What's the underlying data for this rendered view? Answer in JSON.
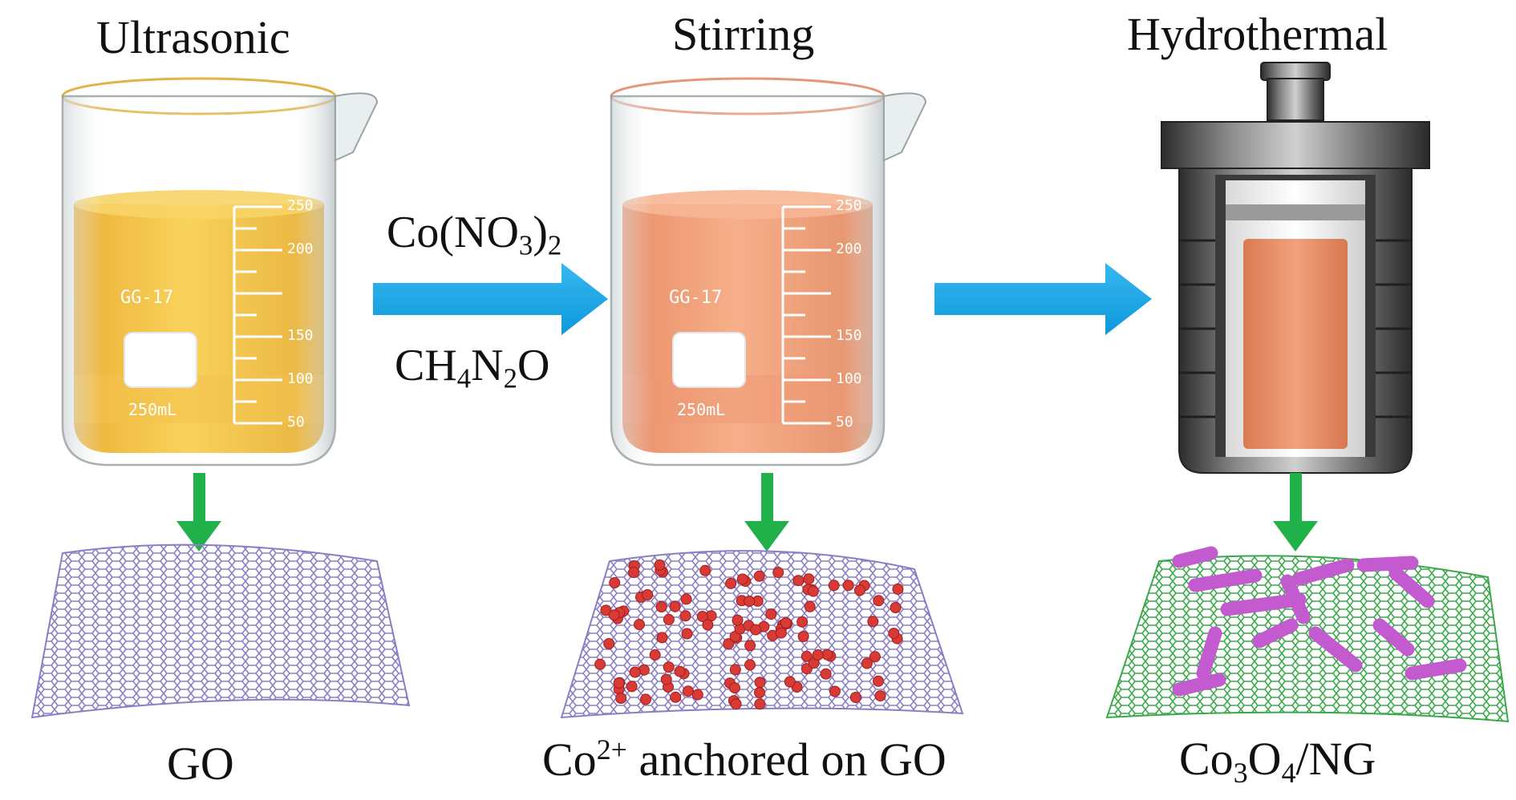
{
  "stages": [
    {
      "title": "Ultrasonic",
      "product": "GO",
      "liquid_color": "#f0b21c"
    },
    {
      "title": "Stirring",
      "product_prefix": "Co",
      "product_sup": "2+",
      "product_suffix": " anchored on GO",
      "liquid_color": "#ec8a58"
    },
    {
      "title": "Hydrothermal",
      "product_pre": "Co",
      "product_sub1": "3",
      "product_mid": "O",
      "product_sub2": "4",
      "product_post": "/NG",
      "liquid_color": "#e8936a"
    }
  ],
  "beaker": {
    "brand": "GG-17",
    "volume": "250mL",
    "scale_marks": [
      "250",
      "200",
      "150",
      "100",
      "50"
    ]
  },
  "reagents": {
    "top": {
      "pre": "Co(NO",
      "sub": "3",
      "mid": ")",
      "sub2": "2"
    },
    "bottom": {
      "pre": "CH",
      "sub1": "4",
      "mid": "N",
      "sub2": "2",
      "post": "O"
    }
  },
  "colors": {
    "process_arrow": "#1aa9e8",
    "down_arrow": "#21b14b",
    "go_lattice": "#8a7ec4",
    "co_ion": "#d83a36",
    "ng_lattice": "#3aa84a",
    "co3o4_rod": "#c35ad0"
  }
}
